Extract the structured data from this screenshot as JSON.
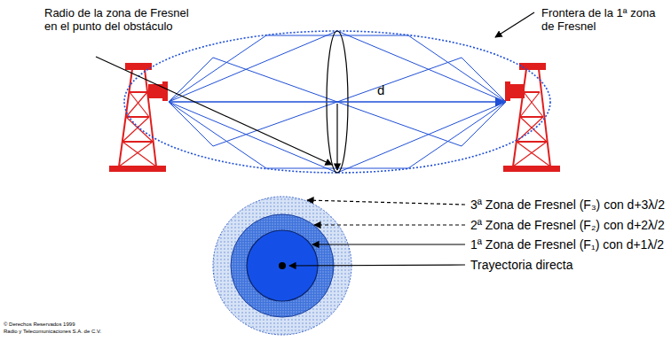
{
  "diagram": {
    "labels": [
      "Radio de la zona de Fresnel en el punto del obstáculo",
      "Frontera de la 1ª zona de Fresnel",
      "d",
      "3ª Zona de Fresnel (F₃) con d+3λ/2",
      "2ª Zona de Fresnel (F₂) con d+2λ/2",
      "1ª Zona de Fresnel (F₁) con d+1λ/2",
      "Trayectoria directa",
      "© Derechos Reservados 1999",
      "Radio y Telecomunicaciones S.A. de C.V."
    ]
  }
}
